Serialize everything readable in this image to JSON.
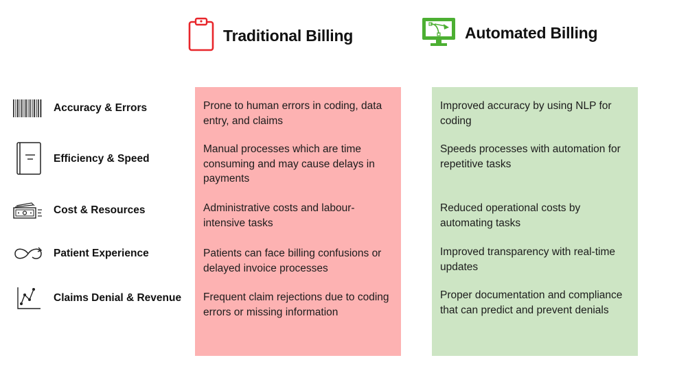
{
  "header": {
    "traditional": {
      "title": "Traditional Billing",
      "icon": "clipboard-icon",
      "color": "#e8262b"
    },
    "automated": {
      "title": "Automated Billing",
      "icon": "monitor-path-icon",
      "color": "#4caf32"
    }
  },
  "rows": [
    {
      "label": "Accuracy & Errors",
      "icon": "barcode-icon",
      "traditional": "Prone to human errors in coding, data entry, and claims",
      "automated": "Improved accuracy by using NLP for coding"
    },
    {
      "label": "Efficiency & Speed",
      "icon": "notebook-icon",
      "traditional": "Manual processes which are time consuming and may cause delays in payments",
      "automated": "Speeds processes with automation for repetitive tasks"
    },
    {
      "label": "Cost & Resources",
      "icon": "money-icon",
      "traditional": "Administrative costs and labour-intensive tasks",
      "automated": "Reduced operational costs by automating tasks"
    },
    {
      "label": "Patient Experience",
      "icon": "infinity-loop-icon",
      "traditional": "Patients can face billing confusions or delayed invoice processes",
      "automated": "Improved transparency with real-time updates"
    },
    {
      "label": "Claims Denial & Revenue",
      "icon": "line-chart-icon",
      "traditional": "Frequent claim rejections due to coding errors or missing information",
      "automated": "Proper documentation and compliance that can predict and prevent denials"
    }
  ],
  "colors": {
    "traditional_bg": "#fdb2b2",
    "automated_bg": "#cde5c4"
  }
}
